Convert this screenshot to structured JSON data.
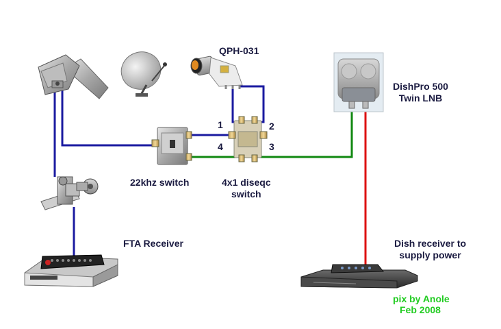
{
  "labels": {
    "qph": "QPH-031",
    "dishpro_line1": "DishPro 500",
    "dishpro_line2": "Twin LNB",
    "switch22": "22khz switch",
    "diseqc_line1": "4x1 diseqc",
    "diseqc_line2": "switch",
    "fta": "FTA Receiver",
    "dish_recv_line1": "Dish receiver to",
    "dish_recv_line2": "supply power",
    "credit_line1": "pix by Anole",
    "credit_line2": "Feb 2008"
  },
  "ports": {
    "p1": "1",
    "p2": "2",
    "p3": "3",
    "p4": "4"
  },
  "colors": {
    "cable_blue": "#1a1aa0",
    "cable_green": "#118811",
    "cable_red": "#dd1111",
    "credit_green": "#22cc22",
    "label_text": "#1a1a40"
  },
  "icons": {
    "lnb_left": "satellite-lnb-icon",
    "dish": "satellite-dish-icon",
    "qph": "qph-lnb-icon",
    "dishpro": "dishpro-twin-lnb-icon",
    "switch22": "22khz-switch-icon",
    "diseqc": "diseqc-switch-icon",
    "mount": "pole-mount-icon",
    "fta": "fta-receiver-icon",
    "dish_receiver": "dish-receiver-icon"
  }
}
